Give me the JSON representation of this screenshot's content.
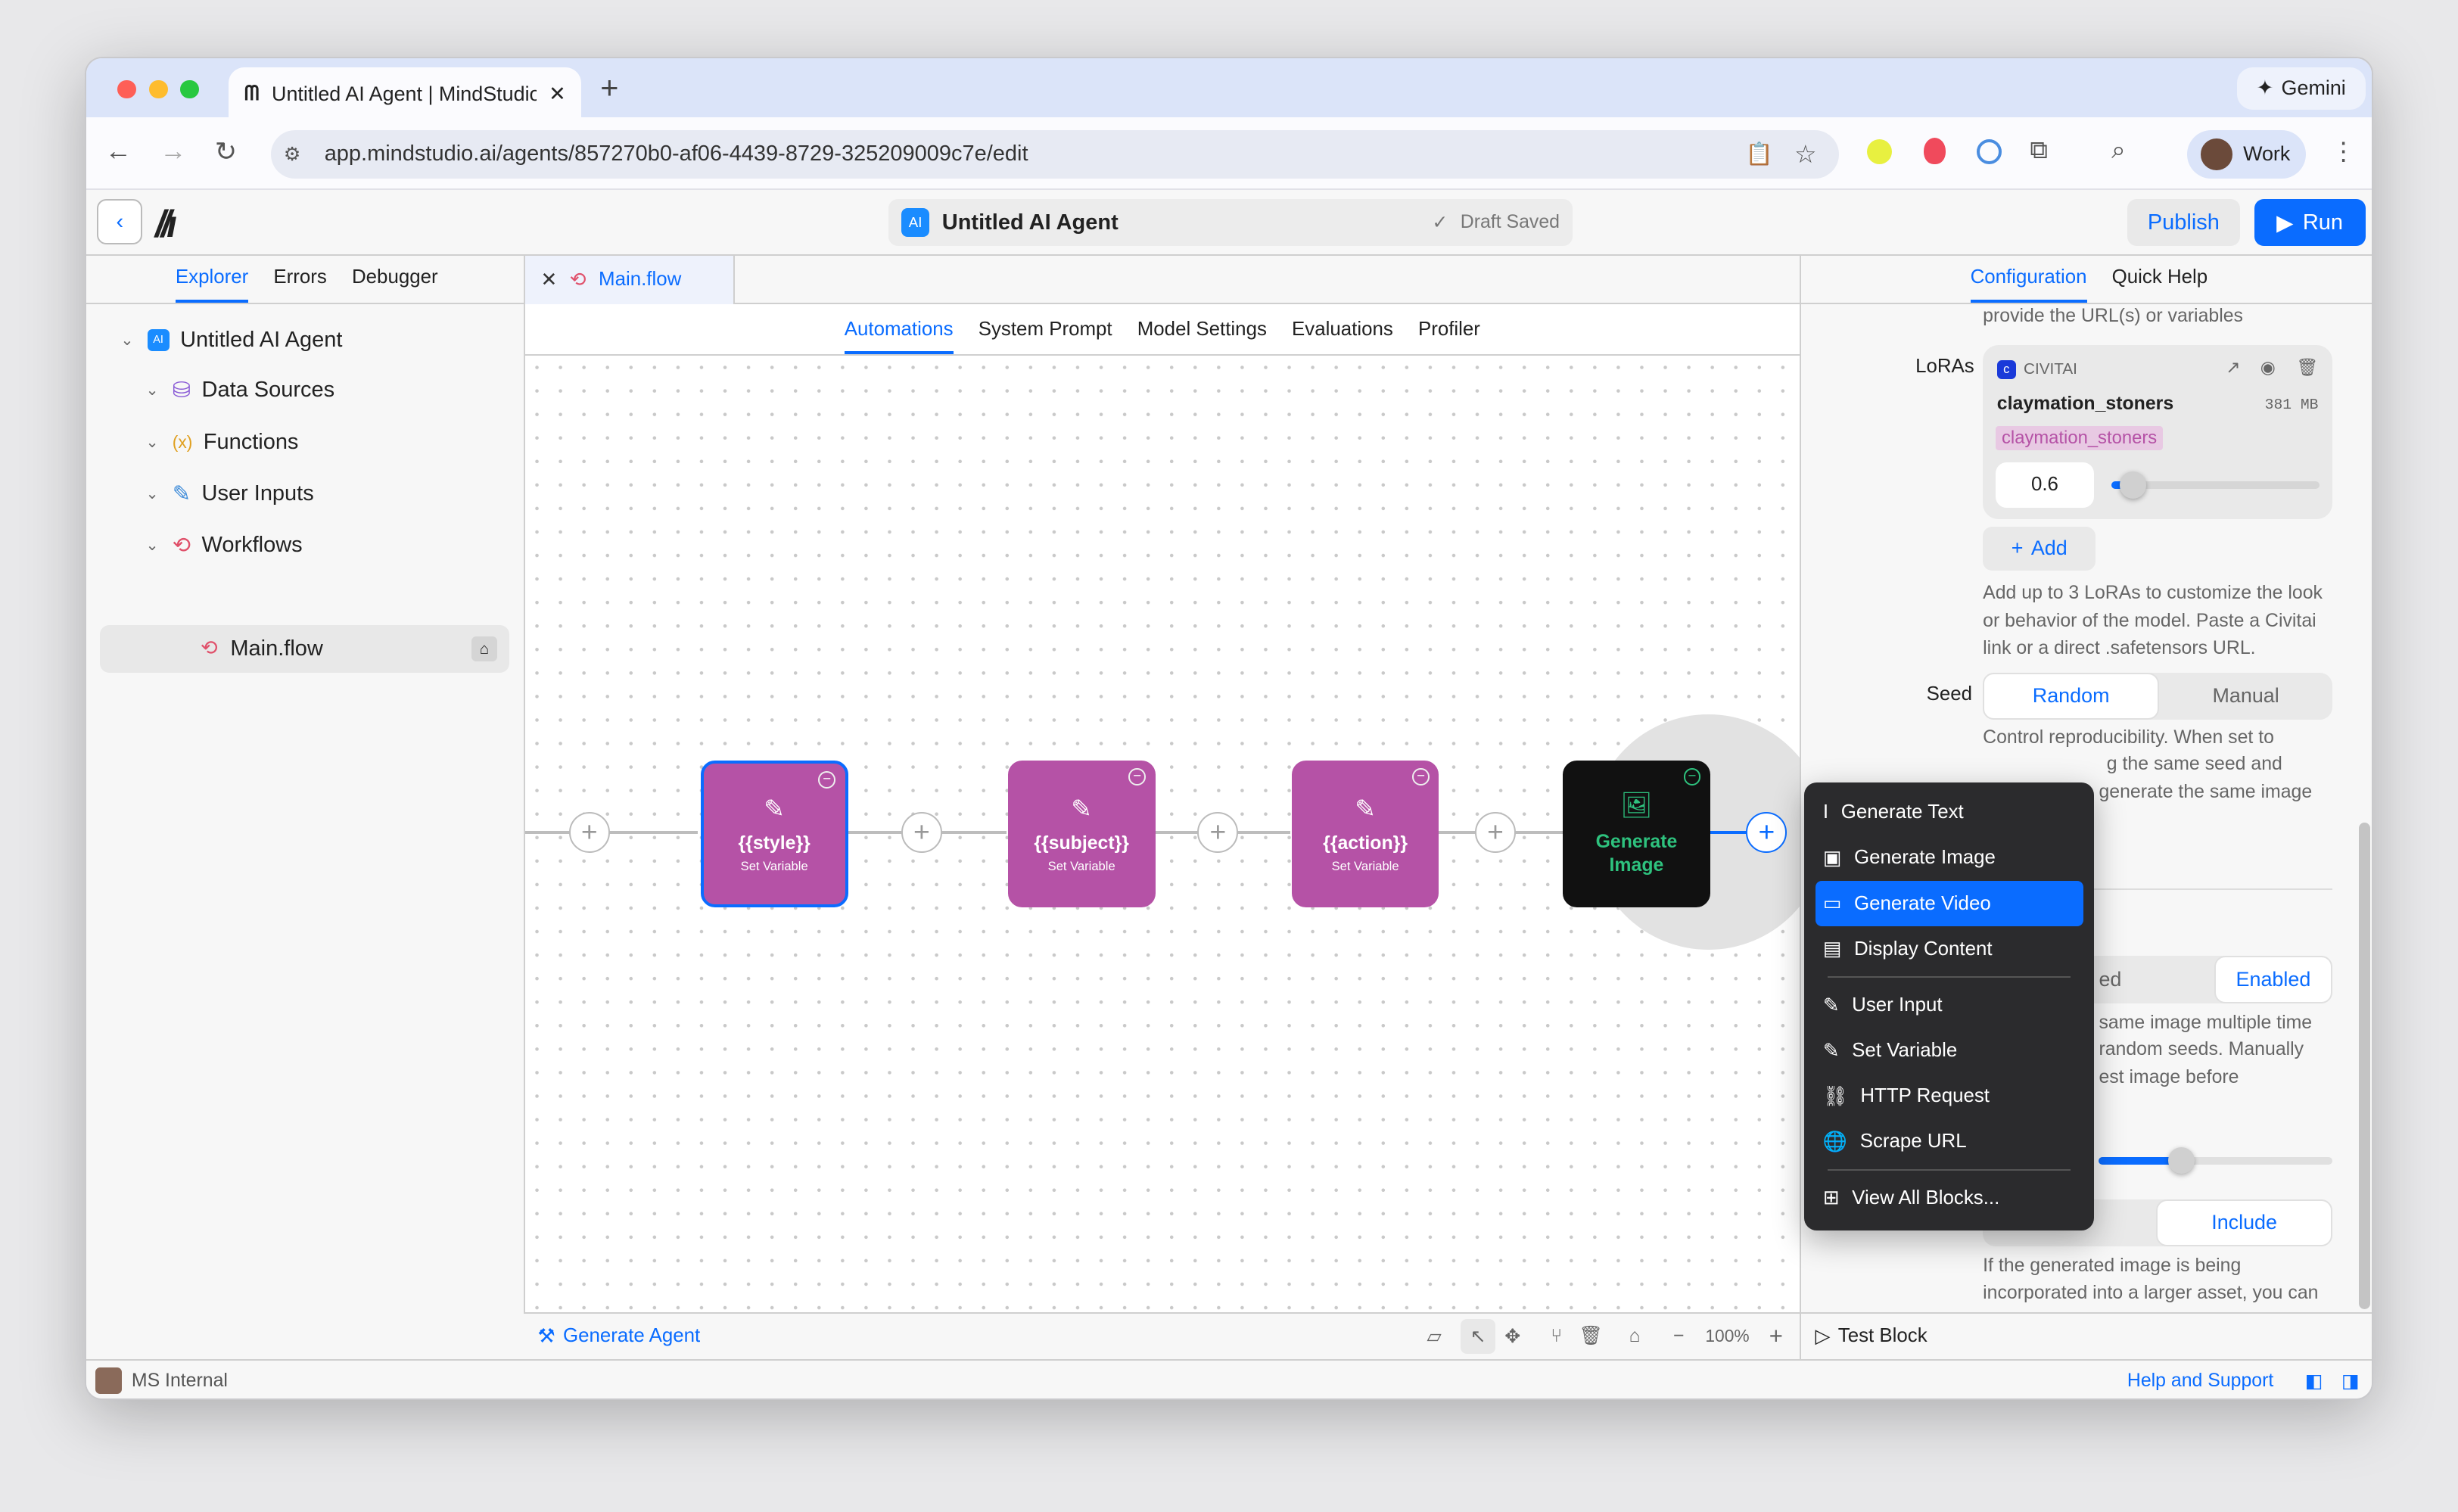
{
  "browser": {
    "tab_title": "Untitled AI Agent | MindStudio",
    "url": "app.mindstudio.ai/agents/857270b0-af06-4439-8729-325209009c7e/edit",
    "gemini": "Gemini",
    "profile": "Work"
  },
  "header": {
    "agent_badge": "AI",
    "title": "Untitled AI Agent",
    "status": "Draft Saved",
    "publish": "Publish",
    "run": "Run"
  },
  "left": {
    "tabs": [
      "Explorer",
      "Errors",
      "Debugger"
    ],
    "tree": [
      {
        "label": "Untitled AI Agent",
        "badge": "AI"
      },
      {
        "label": "Data Sources"
      },
      {
        "label": "Functions",
        "icon": "(x)"
      },
      {
        "label": "User Inputs"
      },
      {
        "label": "Workflows"
      },
      {
        "label": "Main.flow"
      }
    ]
  },
  "center": {
    "file_tab": "Main.flow",
    "tabs": [
      "Automations",
      "System Prompt",
      "Model Settings",
      "Evaluations",
      "Profiler"
    ],
    "nodes": [
      {
        "title": "{{style}}",
        "subtitle": "Set Variable"
      },
      {
        "title": "{{subject}}",
        "subtitle": "Set Variable"
      },
      {
        "title": "{{action}}",
        "subtitle": "Set Variable"
      },
      {
        "title": "Generate Image"
      }
    ],
    "generate_agent": "Generate Agent",
    "zoom": "100%"
  },
  "menu": {
    "items": [
      "Generate Text",
      "Generate Image",
      "Generate Video",
      "Display Content",
      "User Input",
      "Set Variable",
      "HTTP Request",
      "Scrape URL",
      "View All Blocks..."
    ],
    "selected": "Generate Video"
  },
  "right": {
    "tabs": [
      "Configuration",
      "Quick Help"
    ],
    "top_text": "provide the URL(s) or variables",
    "loras_label": "LoRAs",
    "lora": {
      "source": "CIVITAI",
      "name": "claymation_stoners",
      "size": "381 MB",
      "trigger": "claymation_stoners",
      "weight": "0.6",
      "weight_fraction": 0.1
    },
    "add": "Add",
    "loras_help": "Add up to 3 LoRAs to customize the look or behavior of the model. Paste a Civitai link or a direct .safetensors URL.",
    "seed_label": "Seed",
    "seed_options": [
      "Random",
      "Manual"
    ],
    "seed_selected": "Random",
    "seed_help_1": "Control reproducibility. When set to",
    "seed_help_2": "g the same seed and",
    "seed_help_3": "generate the same image",
    "toggle2": [
      "ed",
      "Enabled"
    ],
    "help2": [
      "same image multiple time",
      "random seeds. Manually",
      "est image before"
    ],
    "slider2_fraction": 0.35,
    "toggle3": "Include",
    "help3": "If the generated image is being incorporated into a larger asset, you can",
    "test_block": "Test Block"
  },
  "status": {
    "workspace": "MS Internal",
    "help": "Help and Support"
  },
  "colors": {
    "accent": "#0a6cff",
    "node": "#b552a6",
    "gen_node": "#111111",
    "gen_text": "#2ec27e"
  }
}
